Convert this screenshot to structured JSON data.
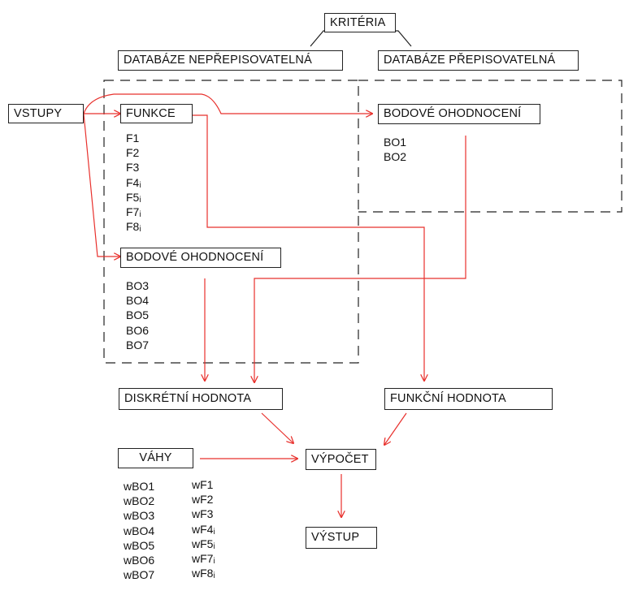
{
  "nodes": {
    "kriteria": "KRITÉRIA",
    "db_neprepis": "DATABÁZE NEPŘEPISOVATELNÁ",
    "db_prepis": "DATABÁZE PŘEPISOVATELNÁ",
    "vstupy": "VSTUPY",
    "funkce": "FUNKCE",
    "bodove_ohodnoceni_1": "BODOVÉ OHODNOCENÍ",
    "bodove_ohodnoceni_2": "BODOVÉ OHODNOCENÍ",
    "diskretni_hodnota": "DISKRÉTNÍ HODNOTA",
    "funkcni_hodnota": "FUNKČNÍ HODNOTA",
    "vahy": "VÁHY",
    "vypocet": "VÝPOČET",
    "vystup": "VÝSTUP"
  },
  "lists": {
    "funkce_items": [
      "F1",
      "F2",
      "F3",
      "F4ᵢ",
      "F5ᵢ",
      "F7ᵢ",
      "F8ᵢ"
    ],
    "bo_prepis_items": [
      "BO1",
      "BO2"
    ],
    "bo_neprepis_items": [
      "BO3",
      "BO4",
      "BO5",
      "BO6",
      "BO7"
    ],
    "wbo_items": [
      "wBO1",
      "wBO2",
      "wBO3",
      "wBO4",
      "wBO5",
      "wBO6",
      "wBO7"
    ],
    "wf_items": [
      "wF1",
      "wF2",
      "wF3",
      "wF4ᵢ",
      "wF5ᵢ",
      "wF7ᵢ",
      "wF8ᵢ"
    ]
  },
  "colors": {
    "arrow": "#e8302c",
    "border": "#222222"
  }
}
